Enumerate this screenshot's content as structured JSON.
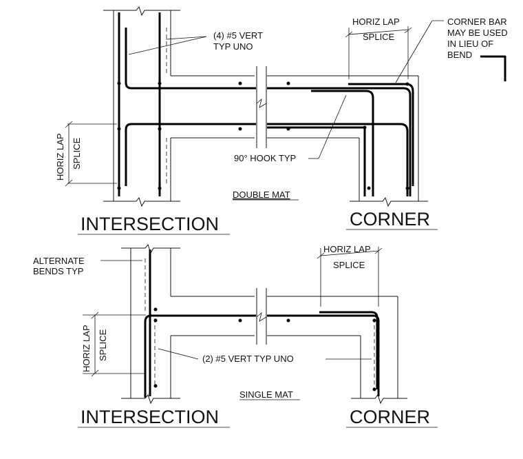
{
  "labels": {
    "vert_top": [
      "(4) #5 VERT",
      "TYP UNO"
    ],
    "horiz_lap_top": "HORIZ LAP",
    "splice_top": "SPLICE",
    "corner_bar": [
      "CORNER BAR",
      "MAY BE USED",
      "IN LIEU OF",
      "BEND"
    ],
    "horiz_lap_left_top": "HORIZ LAP",
    "splice_left_top": "SPLICE",
    "hook": "90° HOOK TYP",
    "double_mat": "DOUBLE MAT",
    "intersection_top": "INTERSECTION",
    "corner_top": "CORNER",
    "alternate_bends": [
      "ALTERNATE",
      "BENDS TYP"
    ],
    "horiz_lap_bottom": "HORIZ LAP",
    "splice_bottom": "SPLICE",
    "horiz_lap_left_bottom": "HORIZ LAP",
    "splice_left_bottom": "SPLICE",
    "vert_bottom": "(2) #5 VERT TYP UNO",
    "single_mat": "SINGLE MAT",
    "intersection_bottom": "INTERSECTION",
    "corner_bottom": "CORNER"
  }
}
